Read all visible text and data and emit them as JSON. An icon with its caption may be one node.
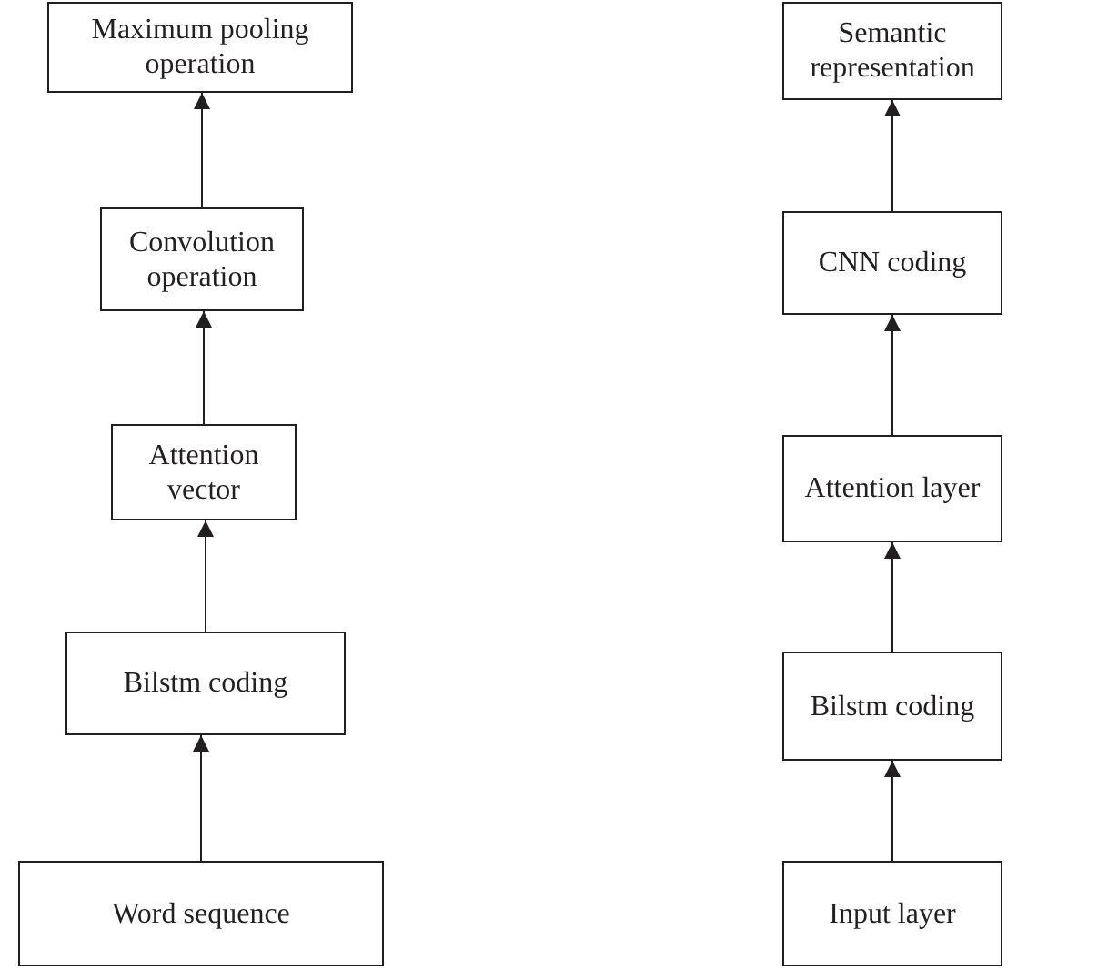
{
  "diagram": {
    "nodes": [
      {
        "text": [
          "Maximum pooling operation"
        ]
      },
      {
        "text": [
          "Convolution operation"
        ]
      },
      {
        "text": [
          "Attention vector"
        ]
      },
      {
        "text": [
          "Bilstm coding"
        ]
      },
      {
        "text": [
          "Word sequence"
        ]
      },
      {
        "text": [
          "Semantic representation"
        ]
      },
      {
        "text": [
          "CNN coding"
        ]
      },
      {
        "text": [
          "Attention layer"
        ]
      },
      {
        "text": [
          "Bilstm coding"
        ]
      },
      {
        "text": [
          "Input layer"
        ]
      }
    ],
    "edges": [
      {
        "from": 4,
        "to": 3,
        "arrow": "to"
      },
      {
        "from": 3,
        "to": 2,
        "arrow": "to"
      },
      {
        "from": 2,
        "to": 1,
        "arrow": "to"
      },
      {
        "from": 1,
        "to": 0,
        "arrow": "to"
      },
      {
        "from": 9,
        "to": 8,
        "arrow": "to"
      },
      {
        "from": 8,
        "to": 7,
        "arrow": "to"
      },
      {
        "from": 7,
        "to": 6,
        "arrow": "to"
      },
      {
        "from": 6,
        "to": 5,
        "arrow": "to"
      }
    ]
  }
}
